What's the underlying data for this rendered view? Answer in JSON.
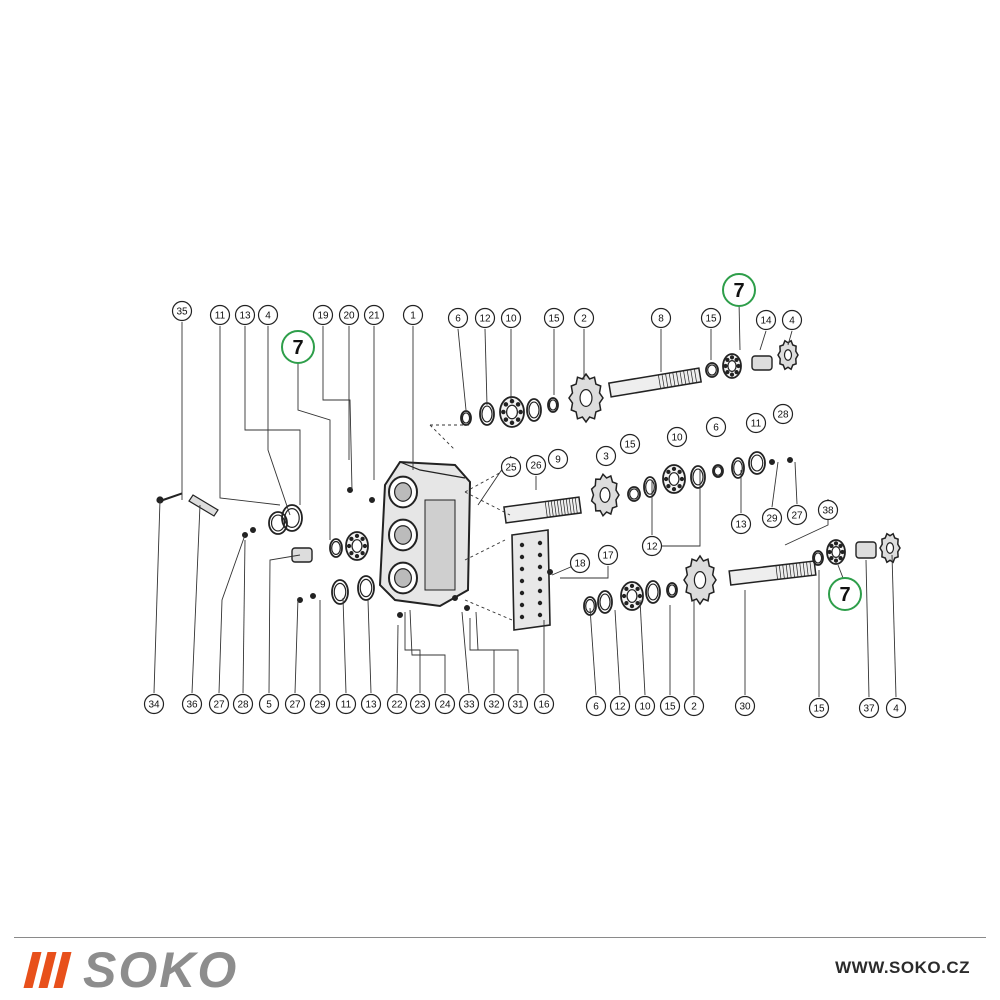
{
  "footer": {
    "brand": "SOKO",
    "url": "WWW.SOKO.CZ",
    "accent_color": "#e8501b",
    "brand_color": "#8d8d8d"
  },
  "highlight_color": "#2e9e4a",
  "highlights": [
    "7",
    "7",
    "7"
  ],
  "top_labels": [
    "35",
    "11",
    "13",
    "4",
    "19",
    "20",
    "21",
    "1",
    "6",
    "12",
    "10",
    "15",
    "2",
    "8",
    "15",
    "14",
    "4",
    "3",
    "15",
    "10",
    "6",
    "11",
    "28",
    "25",
    "26",
    "9",
    "12",
    "13",
    "29",
    "27",
    "38",
    "18",
    "17"
  ],
  "bottom_labels": [
    "34",
    "36",
    "27",
    "28",
    "5",
    "27",
    "29",
    "11",
    "13",
    "22",
    "23",
    "24",
    "33",
    "32",
    "31",
    "16",
    "6",
    "12",
    "10",
    "15",
    "2",
    "30",
    "15",
    "37",
    "4"
  ],
  "parts_icons": [
    "gearbox-housing-icon",
    "shaft-icon",
    "gear-icon",
    "bearing-icon",
    "ring-icon",
    "plate-icon",
    "bolt-icon"
  ]
}
